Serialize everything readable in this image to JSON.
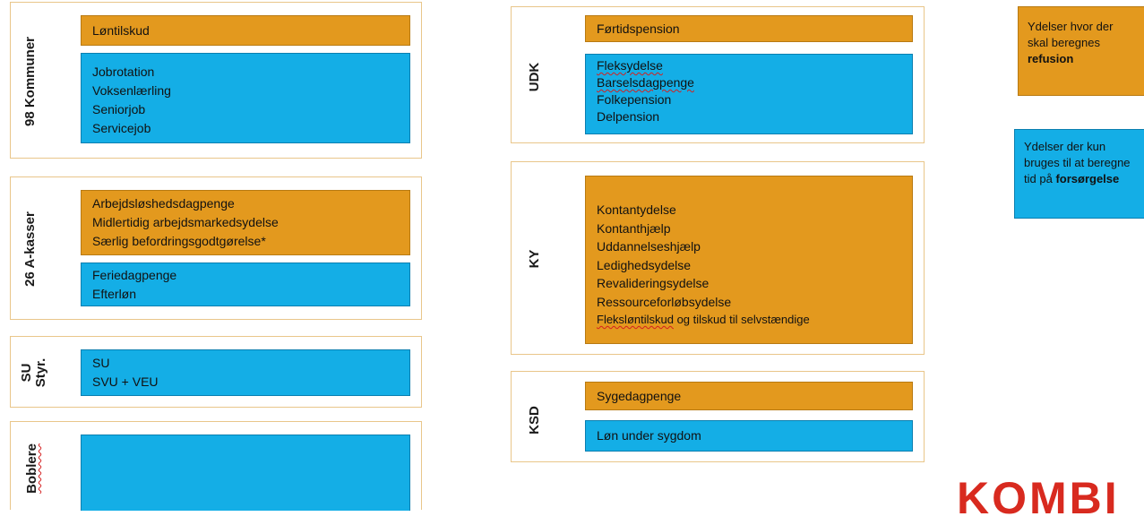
{
  "left_groups": {
    "kommuner": {
      "label": "98 Kommuner",
      "orange": [
        "Løntilskud"
      ],
      "blue": [
        "Jobrotation",
        "Voksenlærling",
        "Seniorjob",
        "Servicejob"
      ]
    },
    "akasser": {
      "label": "26 A-kasser",
      "orange": [
        "Arbejdsløshedsdagpenge",
        "Midlertidig arbejdsmarkedsydelse",
        "Særlig befordringsgodtgørelse*"
      ],
      "blue": [
        "Feriedagpenge",
        "Efterløn"
      ]
    },
    "su": {
      "label": "SU\nStyr.",
      "blue": [
        "SU",
        "SVU + VEU"
      ]
    },
    "boblere": {
      "label": "Boblere",
      "blue": []
    }
  },
  "middle_groups": {
    "udk": {
      "label": "UDK",
      "orange": [
        "Førtidspension"
      ],
      "blue": [
        "Fleksydelse",
        "Barselsdagpenge",
        "Folkepension",
        "Delpension"
      ]
    },
    "ky": {
      "label": "KY",
      "orange": [
        "Kontantydelse",
        "Kontanthjælp",
        "Uddannelseshjælp",
        "Ledighedsydelse",
        "Revalideringsydelse",
        "Ressourceforløbsydelse"
      ],
      "orange_last_main": "Fleksløntilskud",
      "orange_last_rest": " og tilskud til selvstændige"
    },
    "ksd": {
      "label": "KSD",
      "orange": [
        "Sygedagpenge"
      ],
      "blue": [
        "Løn under sygdom"
      ]
    }
  },
  "legend": {
    "orange": {
      "lines": [
        "Ydelser hvor",
        "der skal",
        "beregnes"
      ],
      "strong": "refusion"
    },
    "blue": {
      "lines": [
        "Ydelser der",
        "kun bruges til",
        "at beregne tid"
      ],
      "prefix": "på ",
      "strong": "forsørgelse"
    }
  },
  "logo": {
    "text": "KOMBI"
  },
  "colors": {
    "orange": "#e3991e",
    "blue": "#14aee6",
    "group_border": "#e9c68a",
    "logo": "#d82a1f"
  }
}
